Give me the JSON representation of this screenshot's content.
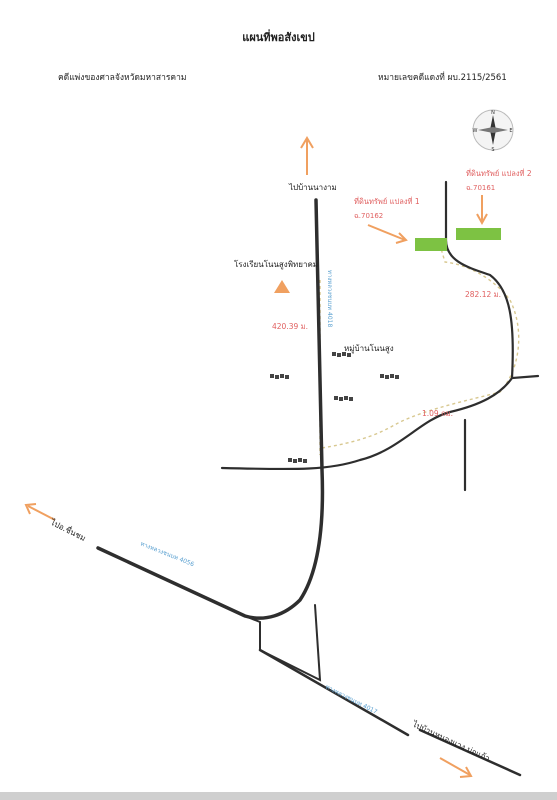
{
  "title": "แผนที่พอสังเขป",
  "court_label": "คดีแพ่งของศาลจังหวัดมหาสารคาม",
  "case_number": "หมายเลขคดีแดงที่ ผบ.2115/2561",
  "compass": {
    "n": "N",
    "s": "S",
    "e": "E",
    "w": "W"
  },
  "places": {
    "to_ban_na_ngam": "ไปบ้านนางาม",
    "school": "โรงเรียนโนนสูงพิทยาคม",
    "village": "หมู่บ้านโนนสูง",
    "to_khon_kaen": "ไปอ.ชื่นชม",
    "to_nong_waeng": "ไปบ้านหนองแวง บ่อแก้ว"
  },
  "parcels": [
    {
      "title": "ที่ดินทรัพย์ แปลงที่ 1",
      "deed": "ฉ.70162"
    },
    {
      "title": "ที่ดินทรัพย์ แปลงที่ 2",
      "deed": "ฉ.70161"
    }
  ],
  "distances": {
    "school": "420.39 ม.",
    "parcel2": "282.12 ม.",
    "village_road": "1.09 กม."
  },
  "roads": {
    "vertical": "ทางหลวงชนบท 4018",
    "diagonal_top": "ทางหลวงชนบท 4056",
    "diagonal_bottom": "ทางหลวงชนบท 4017"
  },
  "colors": {
    "road": "#2e2e2e",
    "arrow": "#f0a060",
    "parcel": "#7dc243",
    "school": "#f0a060",
    "red_text": "#e06060",
    "road_label": "#5aa0d0",
    "path": "#d8c890"
  },
  "icons": {
    "compass": "compass-rose-icon",
    "school": "triangle-icon",
    "houses": "house-cluster-icon"
  }
}
